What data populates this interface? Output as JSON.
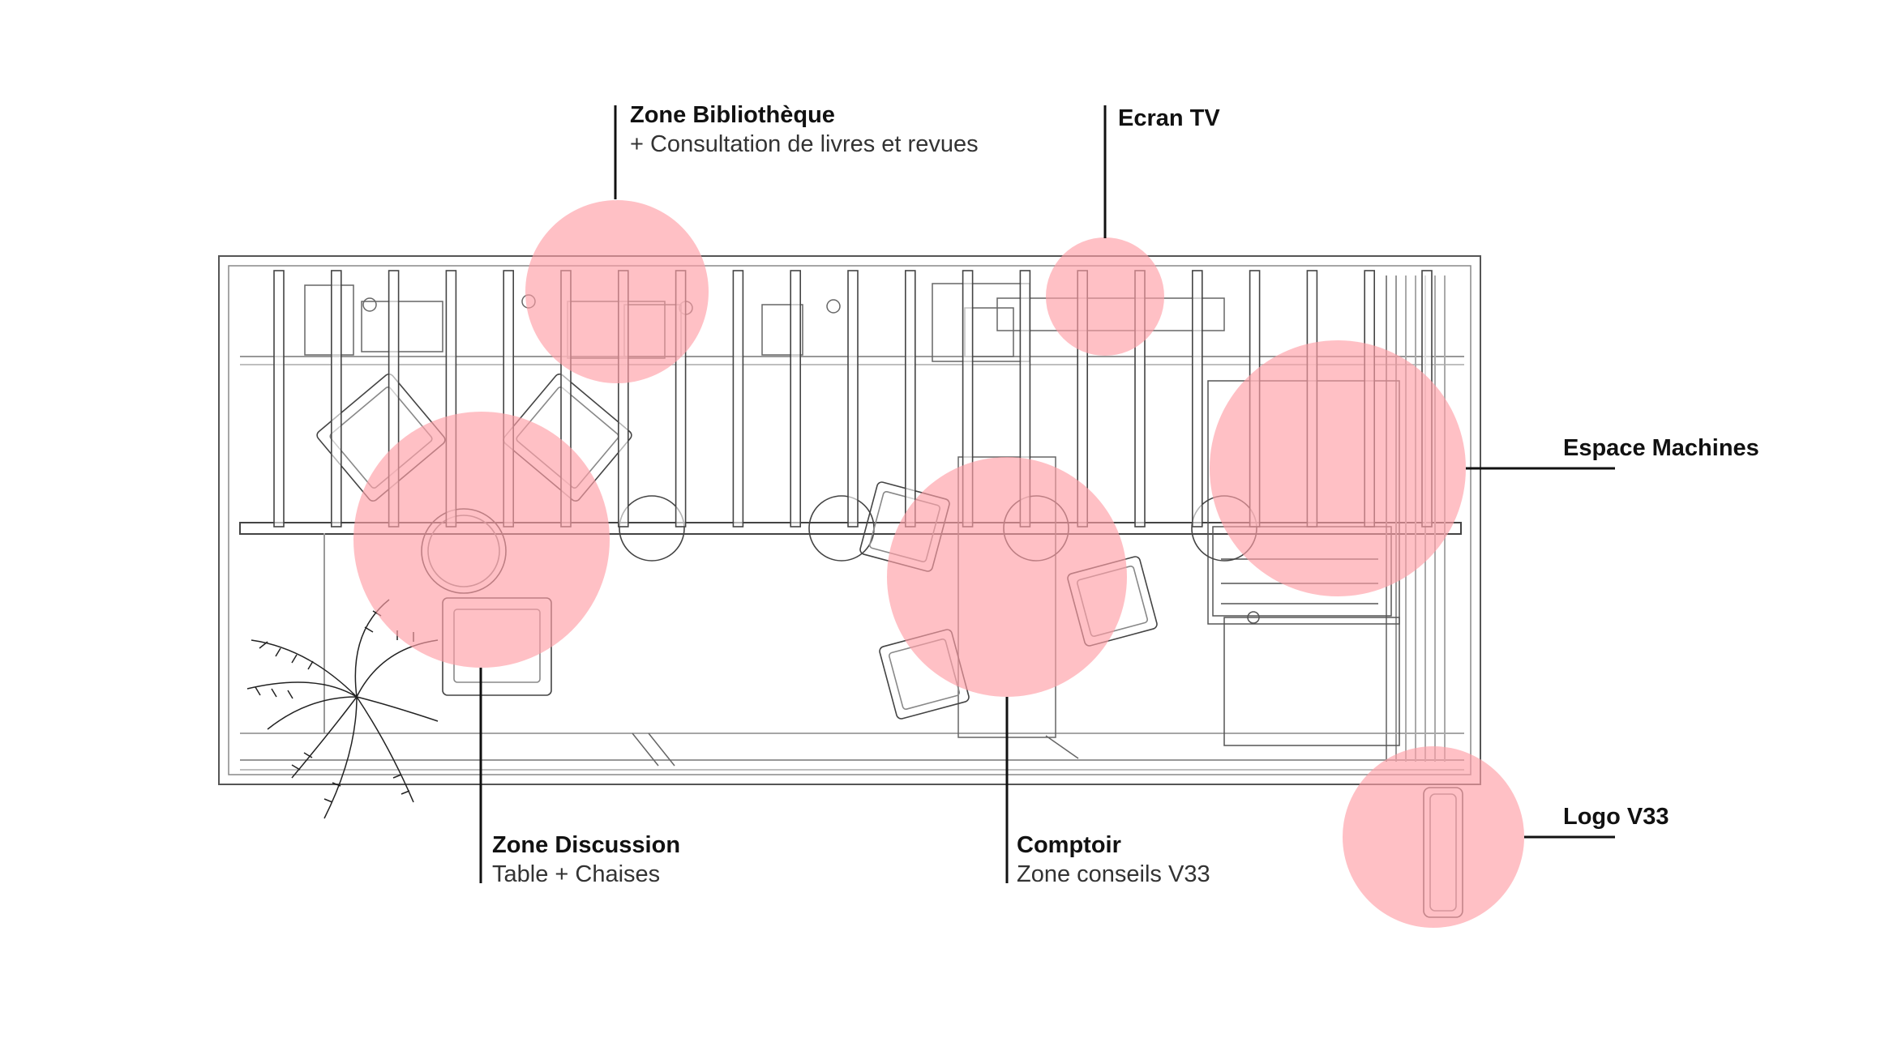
{
  "zones": {
    "bibliotheque": {
      "title": "Zone Bibliothèque",
      "subtitle": "+ Consultation de livres et revues"
    },
    "ecran": {
      "title": "Ecran TV"
    },
    "machines": {
      "title": "Espace Machines"
    },
    "logo": {
      "title": "Logo V33"
    },
    "discussion": {
      "title": "Zone Discussion",
      "subtitle": "Table + Chaises"
    },
    "comptoir": {
      "title": "Comptoir",
      "subtitle": "Zone conseils V33"
    }
  },
  "colors": {
    "highlight": "#ff9ea6",
    "line": "#444444",
    "leader": "#111111"
  },
  "icons": {
    "plant": "palm-plant-icon",
    "chair": "chair-icon",
    "stool": "stool-icon"
  }
}
